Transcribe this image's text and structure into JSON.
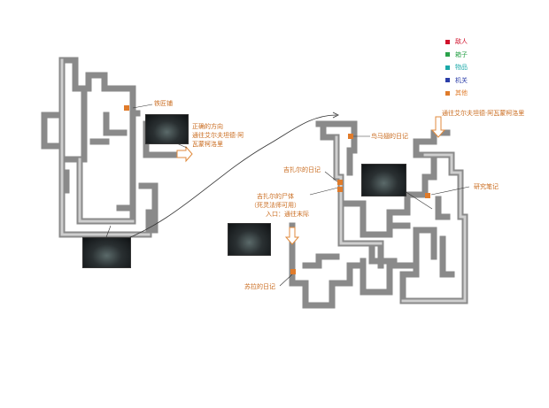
{
  "legend": [
    {
      "label": "敌人",
      "color": "#d0112b"
    },
    {
      "label": "箱子",
      "color": "#2aa24a"
    },
    {
      "label": "物品",
      "color": "#1aa8a8"
    },
    {
      "label": "机关",
      "color": "#2b3ea8"
    },
    {
      "label": "其他",
      "color": "#e07b2a"
    }
  ],
  "labels": {
    "iron_shop": "铁匠铺",
    "correct_dir_1": "正确的方向",
    "correct_dir_2": "通往艾尔夫坦德·阿",
    "correct_dir_3": "瓦蒙柯洛里",
    "bird_diary": "鸟马翅的日记",
    "top_right_1": "通往艾尔夫坦德·阿瓦蒙柯洛里",
    "gizal_diary": "吉扎尔的日记",
    "gizal_corpse_1": "吉扎尔的尸体",
    "gizal_corpse_2": "（死灵法师可用）",
    "entrance": "入口：通往末际",
    "research_notes": "研究笔记",
    "sura_diary": "苏拉的日记"
  },
  "colors": {
    "marker": "#e07b2a",
    "path": "#8a8a8a",
    "text": "#c96a1c"
  }
}
